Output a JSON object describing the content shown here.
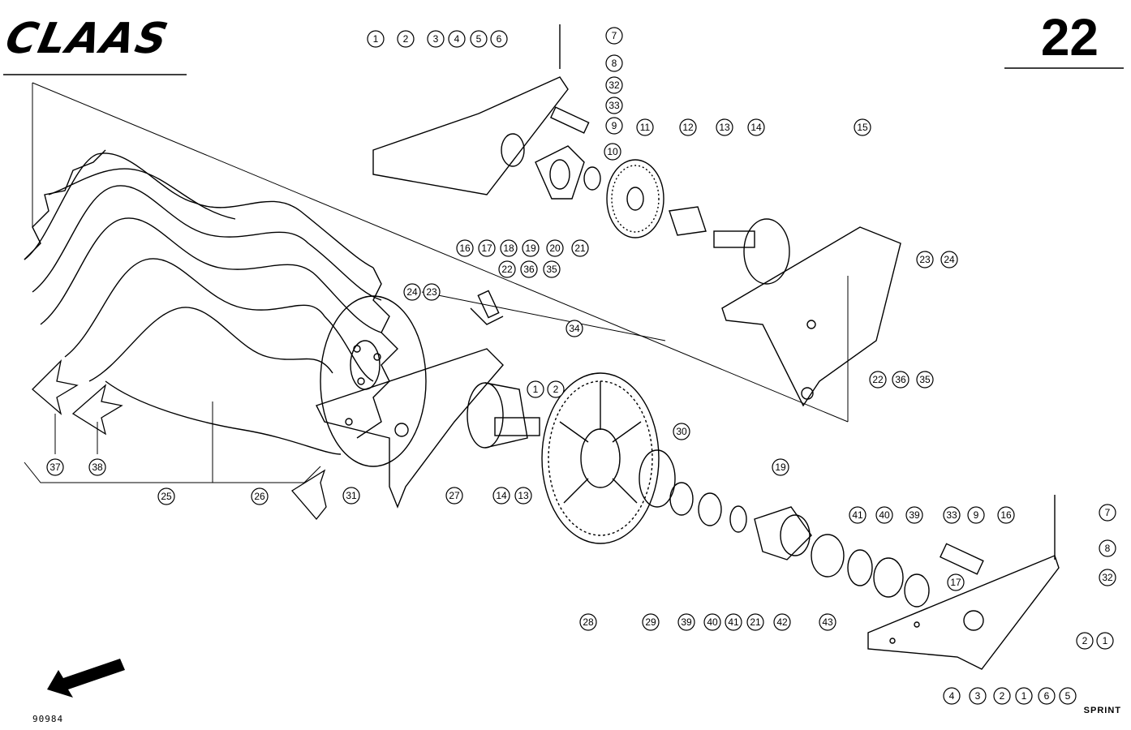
{
  "header": {
    "brand": "CLAAS",
    "page_number": "22"
  },
  "footer": {
    "drawing_number": "90984",
    "model": "SPRINT"
  },
  "callouts": {
    "top": [
      "1",
      "2",
      "3",
      "4",
      "5",
      "6",
      "7",
      "8",
      "32",
      "33",
      "9",
      "10",
      "11",
      "12",
      "13",
      "14",
      "15",
      "16",
      "17",
      "18",
      "19",
      "20",
      "21",
      "23",
      "24",
      "22",
      "36",
      "35"
    ],
    "middle": [
      "24",
      "23",
      "22",
      "36",
      "35",
      "34",
      "1",
      "2",
      "30",
      "19",
      "41",
      "40",
      "39",
      "33",
      "9",
      "16",
      "7",
      "8",
      "32",
      "17",
      "2",
      "1"
    ],
    "bottom": [
      "37",
      "38",
      "25",
      "26",
      "31",
      "27",
      "14",
      "13",
      "28",
      "29",
      "39",
      "40",
      "41",
      "21",
      "42",
      "43",
      "4",
      "3",
      "2",
      "1",
      "6",
      "5"
    ]
  },
  "arrow_direction": "down-left"
}
